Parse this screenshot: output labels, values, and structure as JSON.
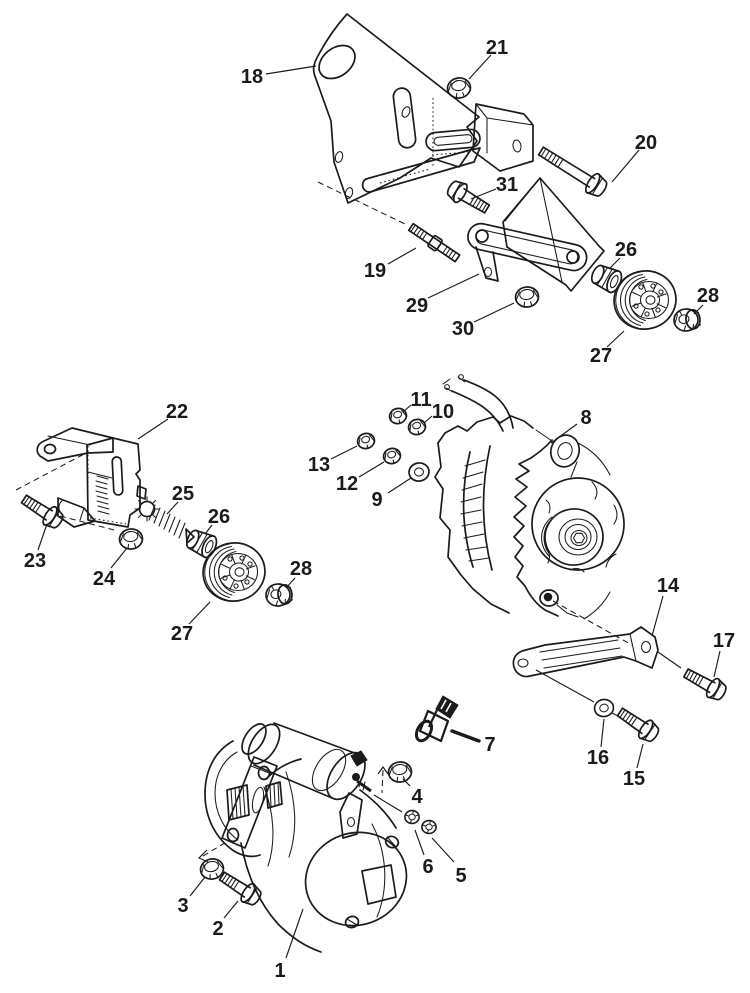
{
  "figure": {
    "background_color": "#ffffff",
    "line_color": "#1b1b1b"
  },
  "callouts": [
    {
      "num": "18"
    },
    {
      "num": "21"
    },
    {
      "num": "20"
    },
    {
      "num": "31"
    },
    {
      "num": "19"
    },
    {
      "num": "29"
    },
    {
      "num": "30"
    },
    {
      "num": "26"
    },
    {
      "num": "27"
    },
    {
      "num": "28"
    },
    {
      "num": "22"
    },
    {
      "num": "23"
    },
    {
      "num": "24"
    },
    {
      "num": "25"
    },
    {
      "num": "26"
    },
    {
      "num": "27"
    },
    {
      "num": "28"
    },
    {
      "num": "8"
    },
    {
      "num": "11"
    },
    {
      "num": "10"
    },
    {
      "num": "13"
    },
    {
      "num": "12"
    },
    {
      "num": "9"
    },
    {
      "num": "14"
    },
    {
      "num": "17"
    },
    {
      "num": "16"
    },
    {
      "num": "15"
    },
    {
      "num": "7"
    },
    {
      "num": "4"
    },
    {
      "num": "6"
    },
    {
      "num": "5"
    },
    {
      "num": "3"
    },
    {
      "num": "2"
    },
    {
      "num": "1"
    }
  ]
}
